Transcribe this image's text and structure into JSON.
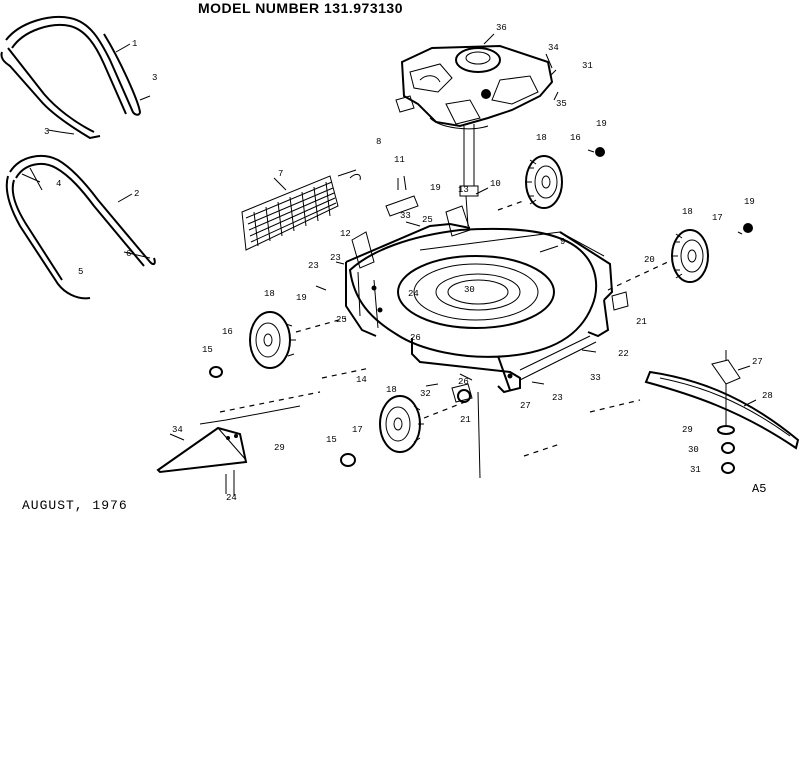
{
  "header": {
    "model_number": "MODEL NUMBER 131.973130"
  },
  "footer": {
    "date": "AUGUST, 1976",
    "code": "A5"
  },
  "callouts": [
    "1",
    "2",
    "3",
    "4",
    "5",
    "6",
    "7",
    "8",
    "9",
    "10",
    "11",
    "12",
    "13",
    "14",
    "15",
    "16",
    "17",
    "18",
    "19",
    "20",
    "21",
    "22",
    "23",
    "24",
    "25",
    "26",
    "27",
    "28",
    "29",
    "30",
    "31",
    "32",
    "33",
    "34",
    "35",
    "36"
  ]
}
